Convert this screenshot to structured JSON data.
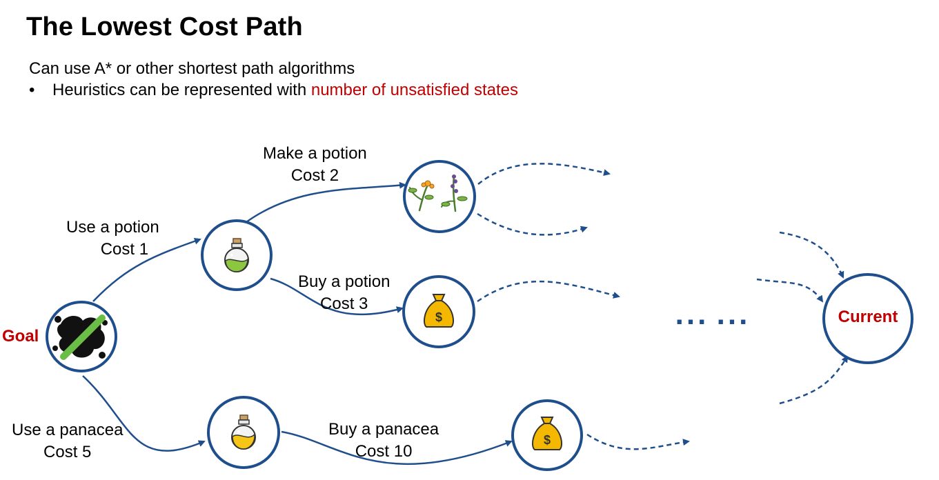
{
  "slide": {
    "title": "The Lowest Cost Path",
    "line1": "Can use A* or other shortest path algorithms",
    "line2_prefix": "Heuristics can be represented with ",
    "line2_highlight": "number of unsatisfied states"
  },
  "nodes": {
    "goal_label": "Goal",
    "current_label": "Current"
  },
  "edges": {
    "use_potion": [
      "Use a potion",
      "Cost 1"
    ],
    "make_potion": [
      "Make a potion",
      "Cost 2"
    ],
    "buy_potion": [
      "Buy a potion",
      "Cost 3"
    ],
    "use_panacea": [
      "Use a panacea",
      "Cost 5"
    ],
    "buy_panacea": [
      "Buy a panacea",
      "Cost 10"
    ]
  },
  "ellipsis": "...",
  "colors": {
    "node_border": "#1f4e8c",
    "edge": "#1f4e8c",
    "highlight": "#c00000"
  },
  "icons": {
    "goal": "crossed-out-poison-icon",
    "potion": "green-potion-icon",
    "herbs": "herbs-icon",
    "money_bag_1": "money-bag-icon",
    "panacea": "yellow-potion-icon",
    "money_bag_2": "money-bag-icon"
  }
}
